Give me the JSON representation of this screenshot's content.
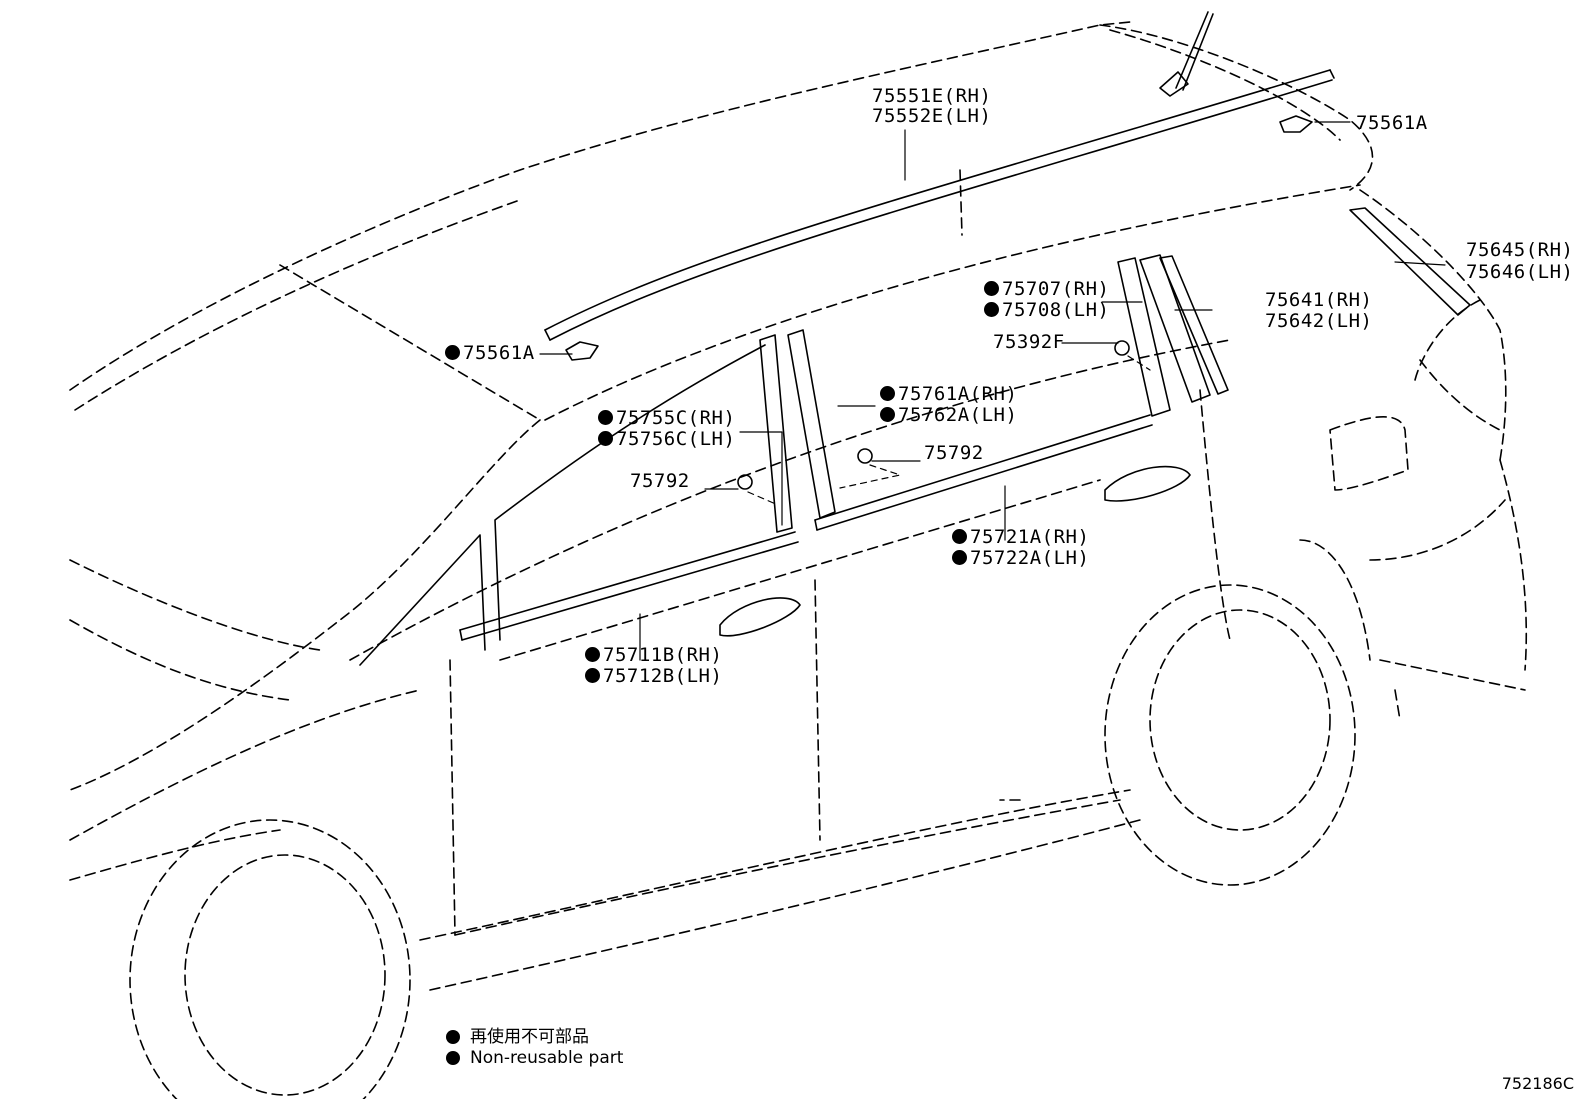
{
  "labels": {
    "p75551e": "75551E(RH)",
    "p75552e": "75552E(LH)",
    "p75561a_r": "75561A",
    "p75561a_l": "75561A",
    "p75645": "75645(RH)",
    "p75646": "75646(LH)",
    "p75707": "75707(RH)",
    "p75708": "75708(LH)",
    "p75641": "75641(RH)",
    "p75642": "75642(LH)",
    "p75392f": "75392F",
    "p75761a": "75761A(RH)",
    "p75762a": "75762A(LH)",
    "p75755c": "75755C(RH)",
    "p75756c": "75756C(LH)",
    "p75792_r": "75792",
    "p75792_l": "75792",
    "p75721a": "75721A(RH)",
    "p75722a": "75722A(LH)",
    "p75711b": "75711B(RH)",
    "p75712b": "75712B(LH)"
  },
  "legend": {
    "jp": "再使用不可部品",
    "en": "Non-reusable part"
  },
  "drawing_code": "752186C"
}
